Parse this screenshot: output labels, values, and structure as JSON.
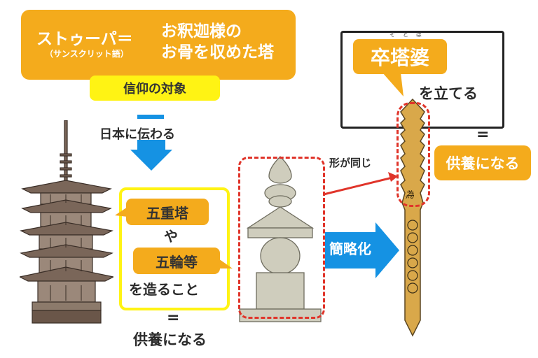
{
  "title": {
    "left": "ストゥーパ＝",
    "left_sub": "（サンスクリット語）",
    "right_line1": "お釈迦様の",
    "right_line2": "お骨を収めた塔"
  },
  "left_flow": {
    "worship_label": "信仰の対象",
    "transmit_label": "日本に伝わる"
  },
  "middle": {
    "goju": "五重塔",
    "ya": "や",
    "gorin": "五輪等",
    "tsukuru": "を造ること",
    "equals": "=",
    "kuyo": "供養になる"
  },
  "right": {
    "katachi": "形が同じ",
    "kanryaku": "簡略化",
    "sotoba": "卒塔婆",
    "furigana": "そとば",
    "tateru": "を立てる",
    "equals": "=",
    "kuyo": "供養になる",
    "stick_char": "為"
  },
  "colors": {
    "orange": "#f4ab1c",
    "yellow": "#fff314",
    "blue": "#1592e3",
    "red_dashed": "#e0342a",
    "pagoda_brown": "#7a6659",
    "stone_gray": "#cfcdbd",
    "stick_gold": "#d9a84a"
  }
}
